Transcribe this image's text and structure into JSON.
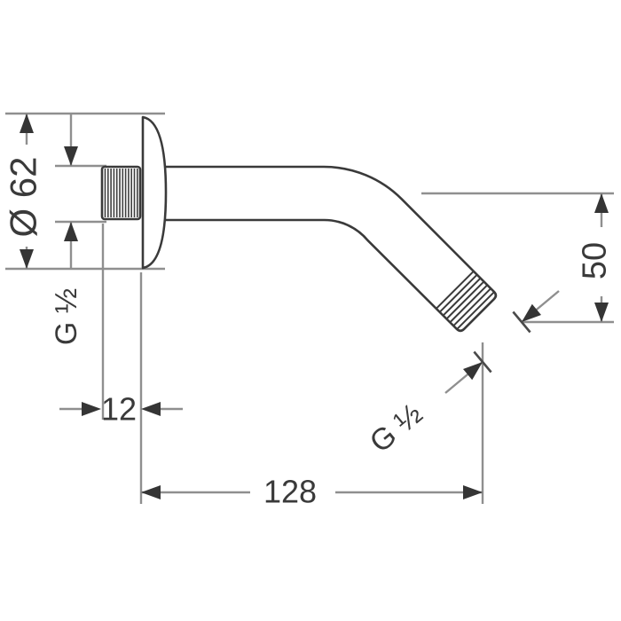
{
  "diagram": {
    "type": "technical-dimension-drawing",
    "subject": "wall-mounted shower arm, side view",
    "background": "#ffffff",
    "colors": {
      "part_outline": "#3a3a3a",
      "dimension_line": "#8f8f8f",
      "arrowhead": "#353535",
      "text": "#3a3a3a"
    },
    "dimensions": {
      "flange_diameter": {
        "label": "Ø 62",
        "orientation": "vertical-left"
      },
      "wall_thread": {
        "label": "G ½",
        "orientation": "vertical-left"
      },
      "thread_offset": {
        "label": "12",
        "orientation": "horizontal"
      },
      "arm_length": {
        "label": "128",
        "orientation": "horizontal"
      },
      "outlet_drop": {
        "label": "50",
        "orientation": "vertical-right"
      },
      "outlet_thread": {
        "label": "G ½",
        "orientation": "diagonal-45"
      }
    }
  }
}
